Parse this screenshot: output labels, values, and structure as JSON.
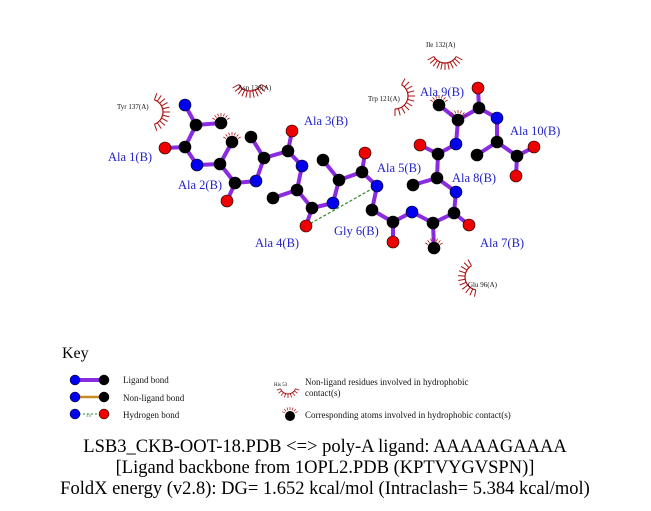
{
  "residue_labels": [
    "Ala 1(B)",
    "Ala 2(B)",
    "Ala 3(B)",
    "Ala 4(B)",
    "Ala 5(B)",
    "Gly 6(B)",
    "Ala 7(B)",
    "Ala 8(B)",
    "Ala 9(B)",
    "Ala 10(B)"
  ],
  "contact_residues": [
    "Tyr 137(A)",
    "Asn 136(A)",
    "Trp 121(A)",
    "Ile 132(A)",
    "Glu 96(A)"
  ],
  "key": {
    "title": "Key",
    "ligand_bond": "Ligand bond",
    "non_ligand_bond": "Non-ligand bond",
    "hydrogen_bond": "Hydrogen bond",
    "hbond_distance": "3.0",
    "example_residue": "His 53",
    "hydrophobic_residues_line1": "Non-ligand residues involved in hydrophobic",
    "hydrophobic_residues_line2": "contact(s)",
    "hydrophobic_atoms": "Corresponding atoms involved in hydrophobic contact(s)"
  },
  "titles": [
    "LSB3_CKB-OOT-18.PDB <=> poly-A ligand: AAAAAGAAAA",
    "[Ligand backbone from 1OPL2.PDB (KPTVYGVSPN)]",
    "FoldX energy (v2.8): DG= 1.652 kcal/mol (Intraclash= 5.384 kcal/mol)"
  ],
  "colors": {
    "ligand_bond": "#8a2be2",
    "non_ligand_bond": "#cc8a22",
    "hbond": "#2a8a2a",
    "carbon": "#000000",
    "nitrogen": "#0000ee",
    "oxygen": "#ee0000",
    "hydrophobic": "#aa1111"
  }
}
